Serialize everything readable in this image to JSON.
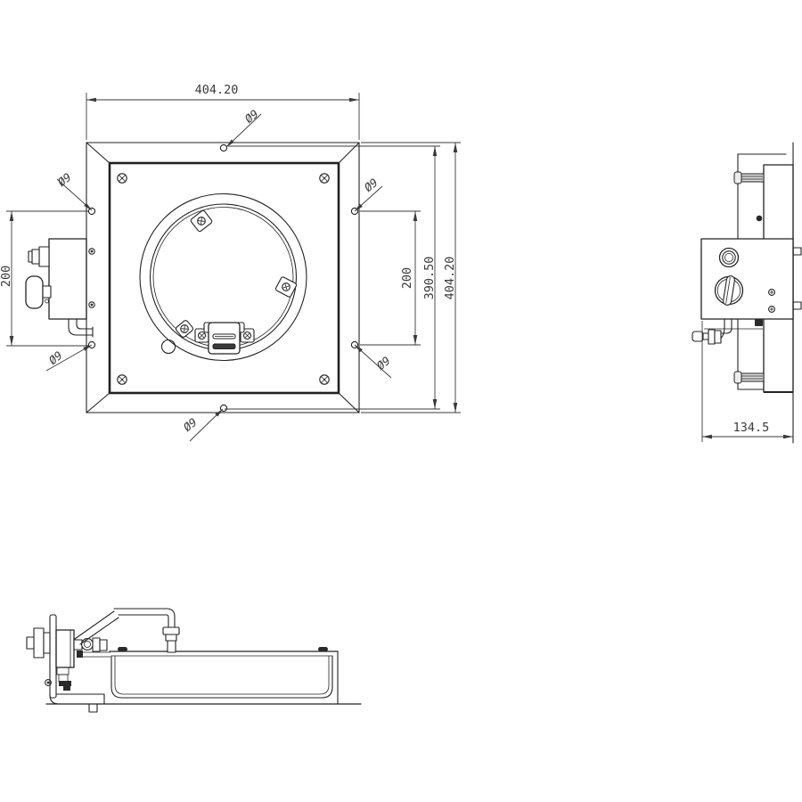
{
  "colors": {
    "line": "#222222",
    "dim": "#3a3a3a",
    "background": "#ffffff"
  },
  "front_view": {
    "dim_width_top": "404.20",
    "dim_height_outer_right": "404.20",
    "dim_hole_span_right": "390.50",
    "dim_hole_pitch_right": "200",
    "dim_hole_pitch_left": "200",
    "hole_labels": {
      "top": "Ø9",
      "left_top": "Ø9",
      "right_top": "Ø9",
      "left_bottom": "Ø9",
      "right_bottom": "Ø9",
      "bottom": "Ø9"
    }
  },
  "side_view": {
    "dim_depth": "134.5"
  }
}
